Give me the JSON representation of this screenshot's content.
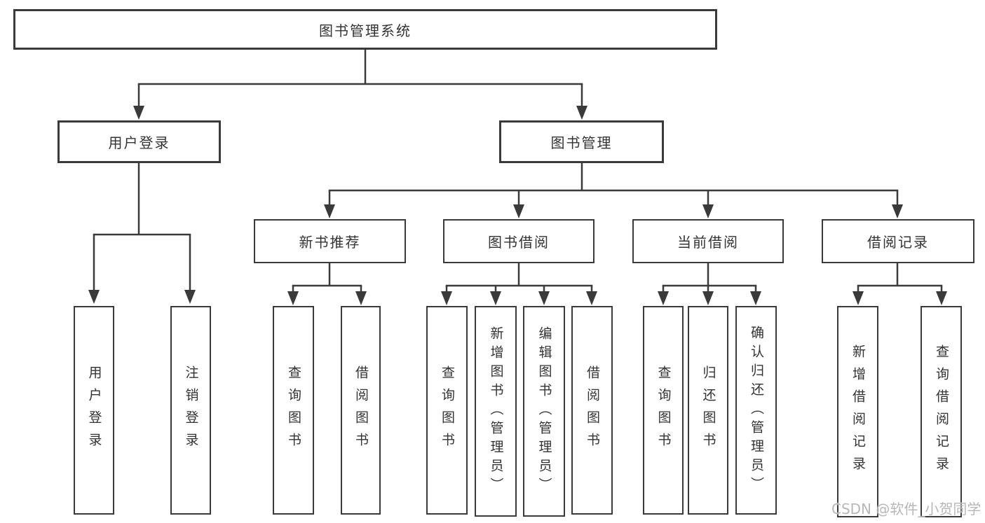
{
  "diagram": {
    "tree": {
      "label": "图书管理系统",
      "children": [
        {
          "label": "用户登录",
          "children": [
            {
              "label": "用户登录"
            },
            {
              "label": "注销登录"
            }
          ]
        },
        {
          "label": "图书管理",
          "children": [
            {
              "label": "新书推荐",
              "children": [
                {
                  "label": "查询图书"
                },
                {
                  "label": "借阅图书"
                }
              ]
            },
            {
              "label": "图书借阅",
              "children": [
                {
                  "label": "查询图书"
                },
                {
                  "label": "新增图书（管理员）"
                },
                {
                  "label": "编辑图书（管理员）"
                },
                {
                  "label": "借阅图书"
                }
              ]
            },
            {
              "label": "当前借阅",
              "children": [
                {
                  "label": "查询图书"
                },
                {
                  "label": "归还图书"
                },
                {
                  "label": "确认归还（管理员）"
                }
              ]
            },
            {
              "label": "借阅记录",
              "children": [
                {
                  "label": "新增借阅记录"
                },
                {
                  "label": "查询借阅记录"
                }
              ]
            }
          ]
        }
      ]
    },
    "watermark": "CSDN @软件_小贺同学",
    "colors": {
      "line": "#3a3a3a",
      "box_border": "#3a3a3a",
      "text": "#333333",
      "watermark": "#b7b7b7",
      "background": "#ffffff"
    }
  }
}
